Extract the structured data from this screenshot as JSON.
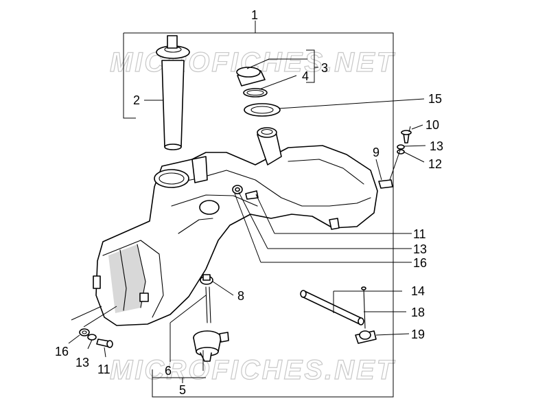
{
  "watermark": {
    "text": "MICROFICHES.NET",
    "color": "#c8c8c8"
  },
  "callouts": {
    "c1": "1",
    "c2": "2",
    "c3": "3",
    "c4": "4",
    "c5": "5",
    "c6": "6",
    "c8": "8",
    "c9": "9",
    "c10": "10",
    "c11a": "11",
    "c11b": "11",
    "c12": "12",
    "c13a": "13",
    "c13b": "13",
    "c13c": "13",
    "c14": "14",
    "c15": "15",
    "c16a": "16",
    "c16b": "16",
    "c18": "18",
    "c19": "19"
  },
  "icons": {
    "tank": "fuel-tank-icon",
    "sender": "fuel-level-sender-icon",
    "cap": "filler-cap-icon",
    "valve": "fuel-tap-icon",
    "hose": "fuel-hose-icon"
  }
}
